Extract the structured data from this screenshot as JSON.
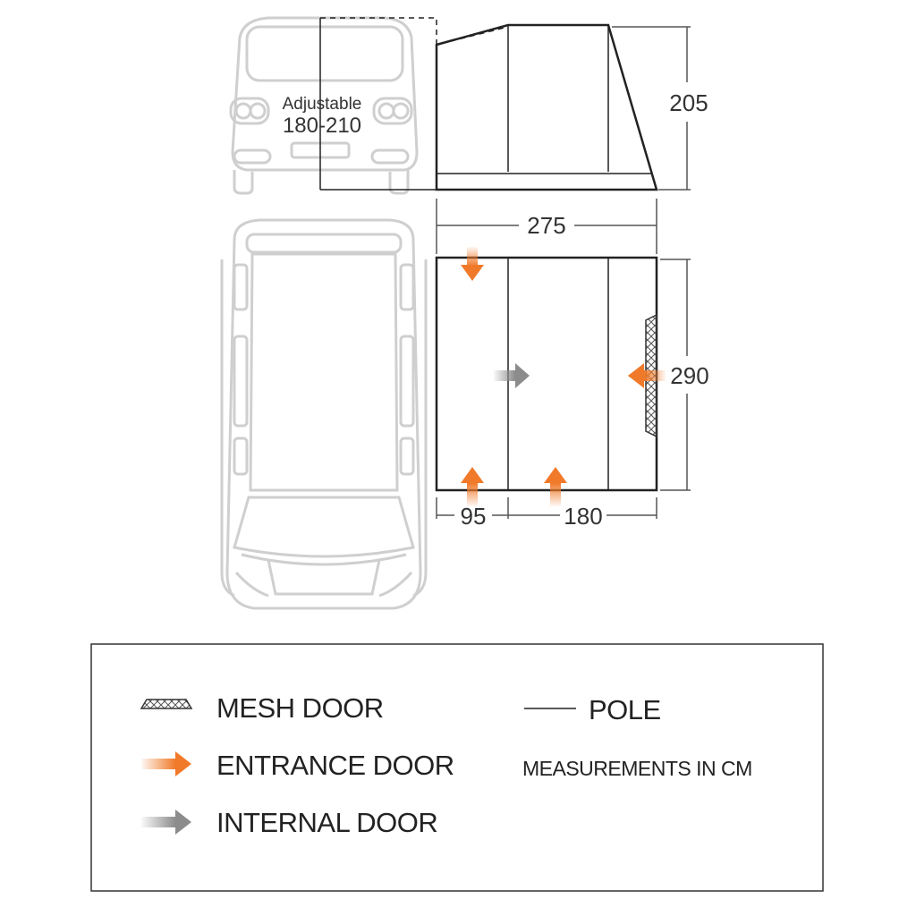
{
  "diagram": {
    "adjustable_label": "Adjustable",
    "adjustable_range": "180-210",
    "dimensions": {
      "height": "205",
      "width_top": "275",
      "depth": "290",
      "bottom_left": "95",
      "bottom_right": "180"
    }
  },
  "legend": {
    "mesh_door": "MESH DOOR",
    "entrance_door": "ENTRANCE DOOR",
    "internal_door": "INTERNAL DOOR",
    "pole": "POLE",
    "measurements": "MEASUREMENTS IN CM"
  },
  "colors": {
    "entrance": "#f07a2a",
    "internal": "#8c8c8c",
    "line": "#2b2b2b",
    "vehicle": "#cfcfcf"
  }
}
